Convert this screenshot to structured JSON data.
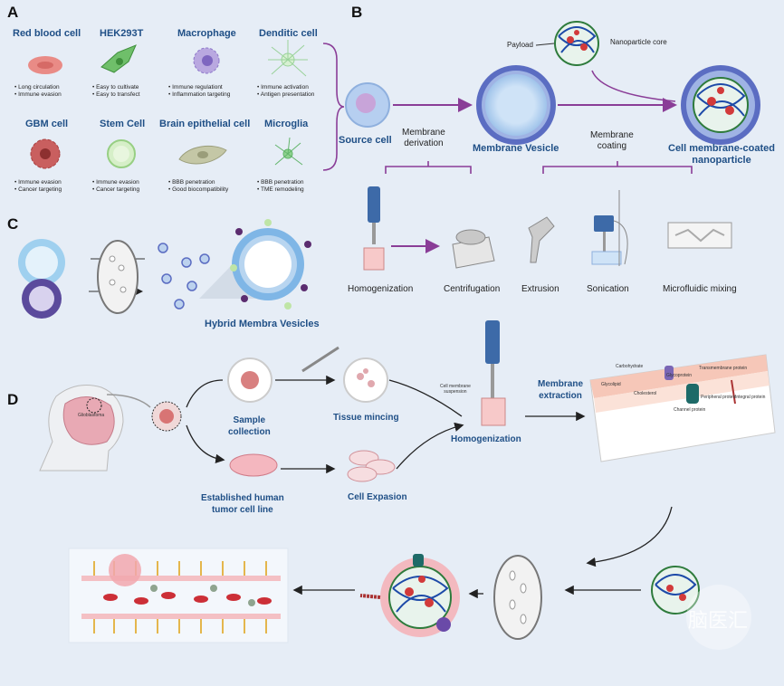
{
  "panels": {
    "a": "A",
    "b": "B",
    "c": "C",
    "d": "D"
  },
  "cells": [
    {
      "title": "Red blood cell",
      "points": [
        "Long circulation",
        "Immune evasion"
      ]
    },
    {
      "title": "HEK293T",
      "points": [
        "Easy to cultivate",
        "Easy to transfect"
      ]
    },
    {
      "title": "Macrophage",
      "points": [
        "Immune regulationt",
        "Inflammation targeting"
      ]
    },
    {
      "title": "Denditic cell",
      "points": [
        "Immune activation",
        "Antigen presentation"
      ]
    },
    {
      "title": "GBM cell",
      "points": [
        "Immune evasion",
        "Cancer targeting"
      ]
    },
    {
      "title": "Stem Cell",
      "points": [
        "Immune evasion",
        "Cancer targeting"
      ]
    },
    {
      "title": "Brain epithelial cell",
      "points": [
        "BBB penetration",
        "Good biocompatibility"
      ]
    },
    {
      "title": "Microglia",
      "points": [
        "BBB penetration",
        "TME remodeling"
      ]
    }
  ],
  "panel_b": {
    "payload": "Payload",
    "core": "Nanoparticle core",
    "source": "Source cell",
    "derivation": [
      "Membrane",
      "derivation"
    ],
    "vesicle": "Membrane Vesicle",
    "coating": [
      "Membrane",
      "coating"
    ],
    "coated": [
      "Cell membrane-coated",
      "nanoparticle"
    ],
    "methods": [
      "Homogenization",
      "Centrifugation",
      "Extrusion",
      "Sonication",
      "Microfluidic mixing"
    ]
  },
  "panel_c": {
    "hybrid": "Hybrid Membra Vesicles"
  },
  "panel_d": {
    "glioblastoma": "Glioblastoma",
    "sample": [
      "Sample",
      "collection"
    ],
    "mincing": "Tissue mincing",
    "suspension": [
      "Cell membrane",
      "suspension"
    ],
    "homog": "Homogenization",
    "extraction": [
      "Membrane",
      "extraction"
    ],
    "established": [
      "Established human",
      "tumor cell line"
    ],
    "expasion": "Cell Expasion",
    "membrane_labels": [
      "Carbohydrate",
      "Cholesterol",
      "Glycoprotein",
      "Channel protein",
      "Transmembrane protein",
      "Peripheral protein",
      "Glycolipid",
      "Integral protein"
    ]
  },
  "watermark": "脑医汇",
  "colors": {
    "bg": "#e6edf6",
    "title": "#1f4f86",
    "arrow": "#8a3d97",
    "membrane": "#6c78c8"
  }
}
